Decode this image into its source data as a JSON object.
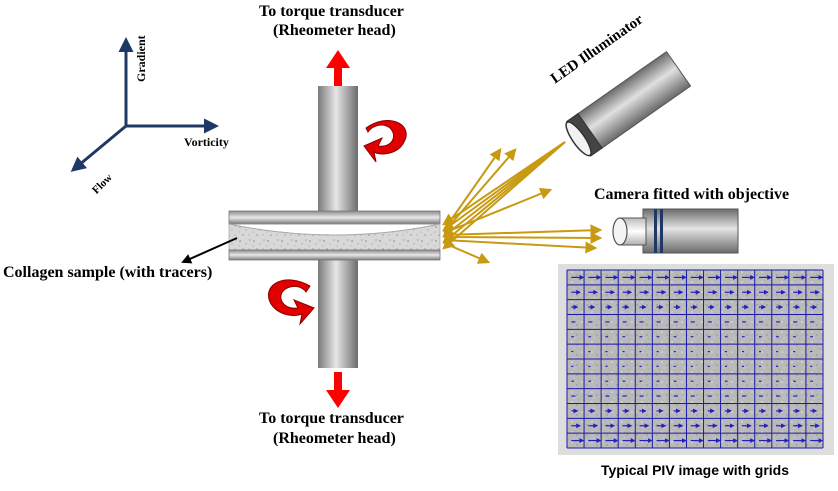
{
  "labels": {
    "top_transducer_line1": "To torque transducer",
    "top_transducer_line2": "(Rheometer head)",
    "bottom_transducer_line1": "To torque transducer",
    "bottom_transducer_line2": "(Rheometer head)",
    "led": "LED Illuminator",
    "camera": "Camera fitted with objective",
    "sample": "Collagen sample (with tracers)",
    "piv_caption": "Typical PIV image with grids",
    "axis_gradient": "Gradient",
    "axis_vorticity": "Vorticity",
    "axis_flow": "Flow"
  },
  "colors": {
    "axis": "#1f3864",
    "arrow_red": "#ff0000",
    "rotation_arrow": "#e00000",
    "light_rays": "#c79a12",
    "grid": "#1a1aa8",
    "vectors": "#2020c0",
    "piv_background": "#b8b8b8"
  },
  "piv": {
    "grid_columns": 15,
    "grid_rows": 12
  }
}
